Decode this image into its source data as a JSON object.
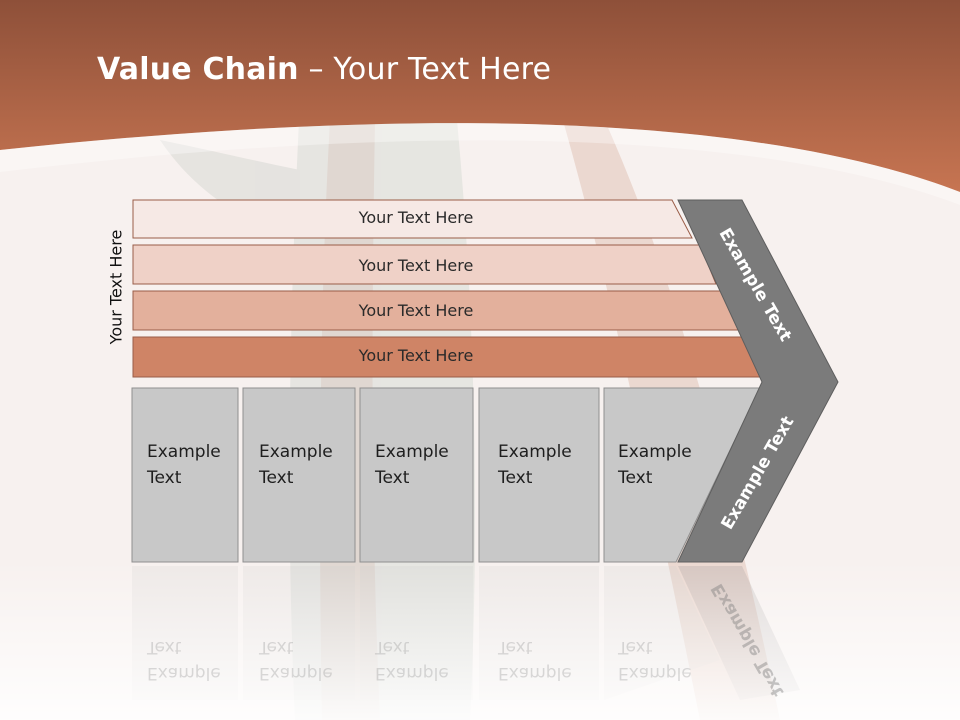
{
  "title": {
    "bold": "Value Chain",
    "rest": " – Your Text Here"
  },
  "side_label": "Your Text Here",
  "bands": [
    {
      "label": "Your Text Here",
      "color": "#f6e9e5"
    },
    {
      "label": "Your Text Here",
      "color": "#efd1c7"
    },
    {
      "label": "Your Text Here",
      "color": "#e3b09c"
    },
    {
      "label": "Your Text Here",
      "color": "#cf8466"
    }
  ],
  "activities": [
    {
      "line1": "Example",
      "line2": "Text"
    },
    {
      "line1": "Example",
      "line2": "Text"
    },
    {
      "line1": "Example",
      "line2": "Text"
    },
    {
      "line1": "Example",
      "line2": "Text"
    },
    {
      "line1": "Example",
      "line2": "Text"
    }
  ],
  "arrow": {
    "upper_label": "Example Text",
    "lower_label": "Example Text"
  },
  "colors": {
    "header": "#b86a4c",
    "box_fill": "#c8c8c8",
    "arrow_fill": "#7b7b7b",
    "background": "#f7f1ef"
  }
}
